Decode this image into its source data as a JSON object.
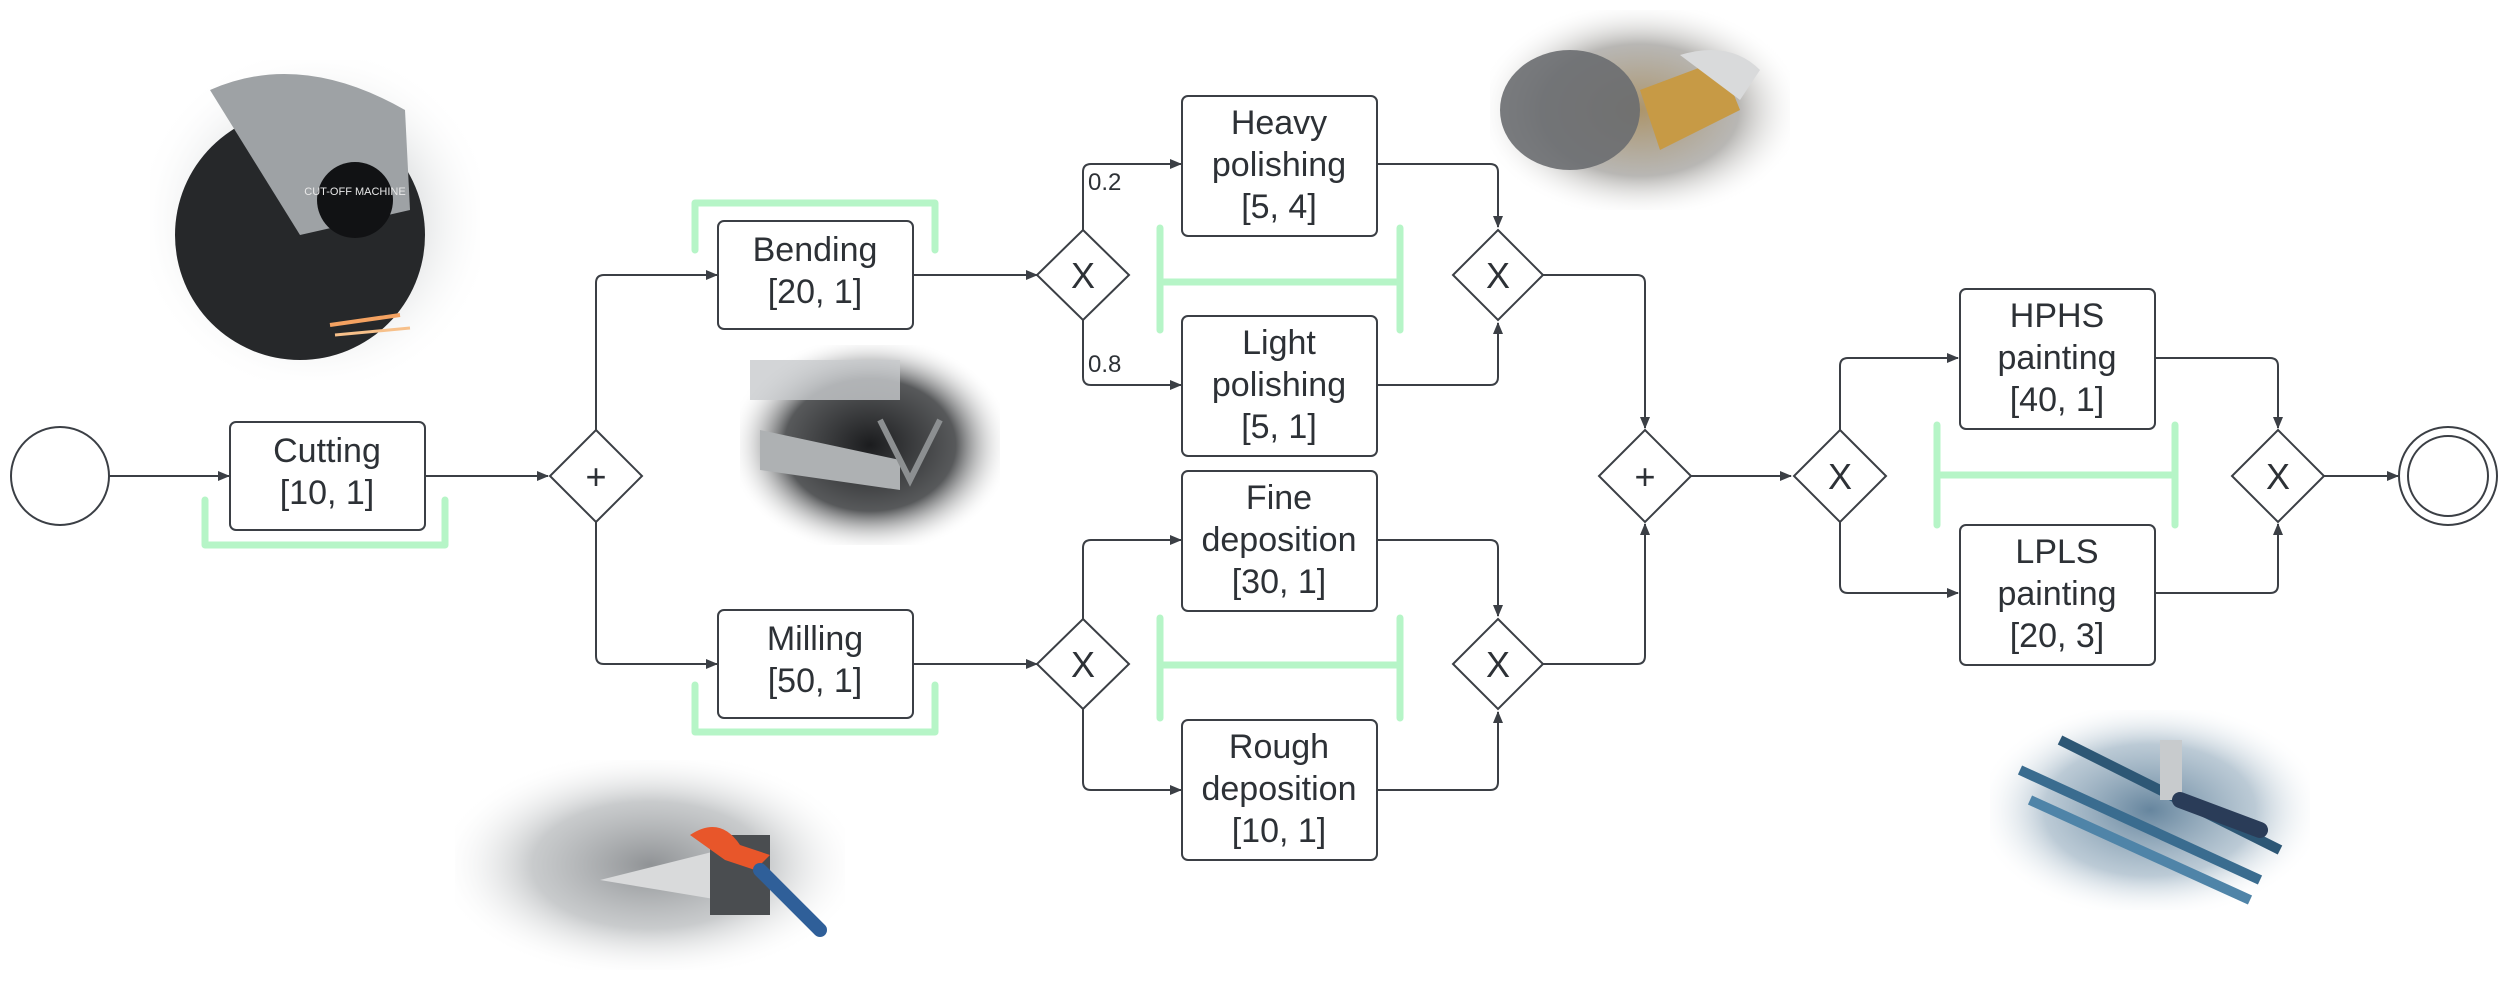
{
  "colors": {
    "line": "#3b3f45",
    "text": "#2d3136",
    "bracket": "#b6f5c7"
  },
  "tasks": {
    "cutting": {
      "lines": [
        "Cutting",
        "[10, 1]"
      ]
    },
    "bending": {
      "lines": [
        "Bending",
        "[20, 1]"
      ]
    },
    "milling": {
      "lines": [
        "Milling",
        "[50, 1]"
      ]
    },
    "heavy_pol": {
      "lines": [
        "Heavy",
        "polishing",
        "[5, 4]"
      ]
    },
    "light_pol": {
      "lines": [
        "Light",
        "polishing",
        "[5, 1]"
      ]
    },
    "fine_dep": {
      "lines": [
        "Fine",
        "deposition",
        "[30, 1]"
      ]
    },
    "rough_dep": {
      "lines": [
        "Rough",
        "deposition",
        "[10, 1]"
      ]
    },
    "hphs": {
      "lines": [
        "HPHS",
        "painting",
        "[40, 1]"
      ]
    },
    "lpls": {
      "lines": [
        "LPLS",
        "painting",
        "[20, 3]"
      ]
    }
  },
  "gateways": {
    "parallel_symbol": "+",
    "exclusive_symbol": "X"
  },
  "probabilities": {
    "heavy": "0.2",
    "light": "0.8"
  },
  "photos": {
    "cutoff_saw": {
      "label": "CUT-OFF MACHINE",
      "icon": "cutoff-saw-photo"
    },
    "press_brake": {
      "icon": "press-brake-photo"
    },
    "lathe": {
      "icon": "milling-lathe-photo"
    },
    "polishing": {
      "icon": "polishing-photo"
    },
    "spray_gun": {
      "icon": "spray-painting-photo"
    }
  }
}
